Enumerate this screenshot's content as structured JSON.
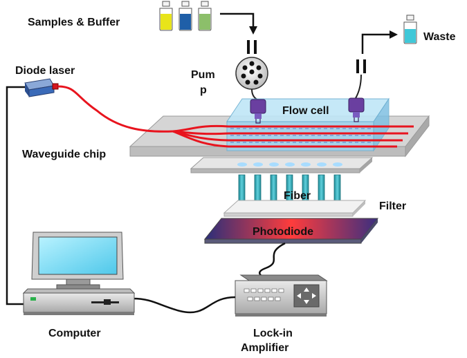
{
  "labels": {
    "samples_buffer": "Samples & Buffer",
    "waste": "Waste",
    "diode_laser": "Diode laser",
    "pump_line1": "Pum",
    "pump_line2": "p",
    "flow_cell": "Flow cell",
    "waveguide_chip": "Waveguide chip",
    "fiber": "Fiber",
    "filter": "Filter",
    "photodiode": "Photodiode",
    "computer": "Computer",
    "lockin_line1": "Lock-in",
    "lockin_line2": "Amplifier"
  },
  "colors": {
    "vial_yellow": "#e8e41a",
    "vial_blue": "#1f5fa8",
    "vial_green": "#8cbf6a",
    "vial_waste": "#40c8d8",
    "laser_beam": "#e8141e",
    "flow_cell": "#9dd3ee",
    "connector": "#6a3fa0",
    "fiber": "#2aa3b0",
    "photodiode_center": "#ff3c3c",
    "photodiode_edge": "#2a2f7a",
    "screen": "#7fe0f5"
  }
}
